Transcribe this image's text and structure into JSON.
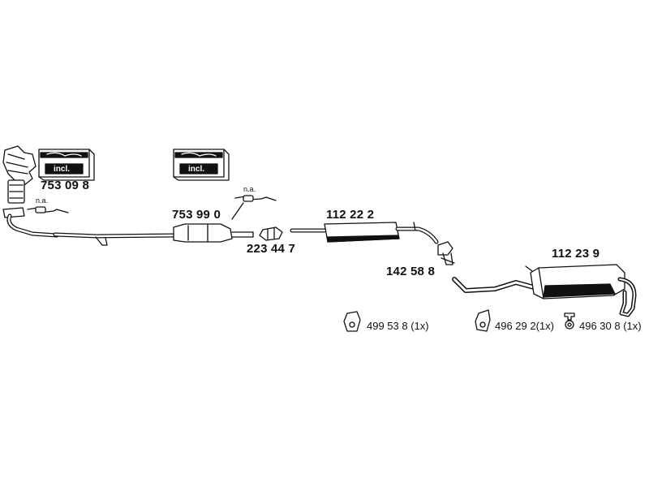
{
  "labels": {
    "manifold_catalyst": "753 09 8",
    "front_catalyst": "753 99 0",
    "connector_clamp": "223 44 7",
    "middle_silencer": "112 22 2",
    "pipe_clamp": "142 58 8",
    "rear_silencer": "112 23 9"
  },
  "accessories": {
    "mount_a": "499 53 8 (1x)",
    "mount_b": "496 29 2(1x)",
    "mount_c": "496 30 8 (1x)"
  },
  "kits": {
    "kit_1": "incl.",
    "kit_2": "incl."
  },
  "notes": {
    "sensor_1": "n.a.",
    "sensor_2": "n.a."
  },
  "colors": {
    "line": "#111111",
    "fill": "#ffffff",
    "shade": "#777777"
  }
}
